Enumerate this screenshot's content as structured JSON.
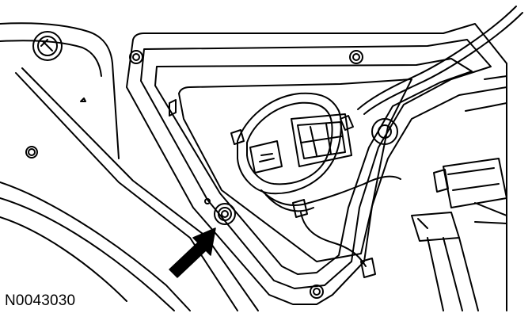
{
  "figure": {
    "reference_code": "N0043030",
    "depicts": "door-panel-fastener-location",
    "arrow_target": "fastener",
    "colors": {
      "line": "#000000",
      "background": "#ffffff",
      "arrow": "#000000"
    }
  }
}
